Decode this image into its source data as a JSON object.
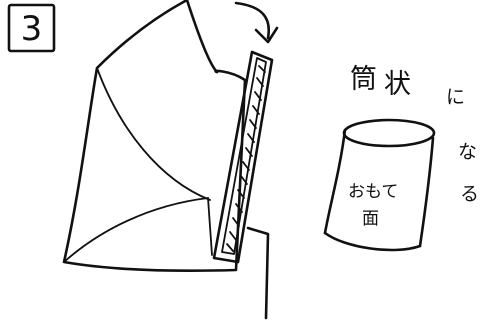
{
  "step": {
    "number": "3"
  },
  "caption": {
    "chars": [
      "筒",
      "状",
      "に",
      "な",
      "る"
    ]
  },
  "can_label": {
    "line1": "おもて",
    "line2": "面"
  },
  "colors": {
    "ink": "#111111",
    "paper": "#ffffff"
  }
}
